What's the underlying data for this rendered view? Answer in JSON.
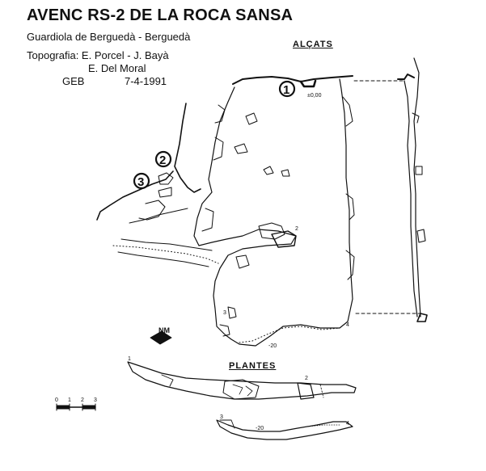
{
  "title": "AVENC RS-2 DE LA ROCA SANSA",
  "location": "Guardiola de Berguedà - Berguedà",
  "topography_label": "Topografia: E. Porcel - J. Bayà",
  "topography_extra": "E. Del Moral",
  "club": "GEB",
  "date": "7-4-1991",
  "section_labels": {
    "elevations": "ALÇATS",
    "plans": "PLANTES"
  },
  "markers": {
    "entrance_1": "1",
    "entrance_2": "2",
    "entrance_3": "3"
  },
  "depth_labels": {
    "surface": "±0,00",
    "elev_bottom": "-20",
    "plan_bottom": "-20",
    "elev_pt2": "2",
    "elev_pt3": "3",
    "elev_pt4": "4",
    "plan_pt1": "1",
    "plan_pt2": "2",
    "plan_pt3": "3",
    "plan_pt4": "4"
  },
  "north": {
    "symbol": "NM"
  },
  "scale_bar": {
    "ticks": [
      "0",
      "1",
      "2",
      "3"
    ]
  }
}
